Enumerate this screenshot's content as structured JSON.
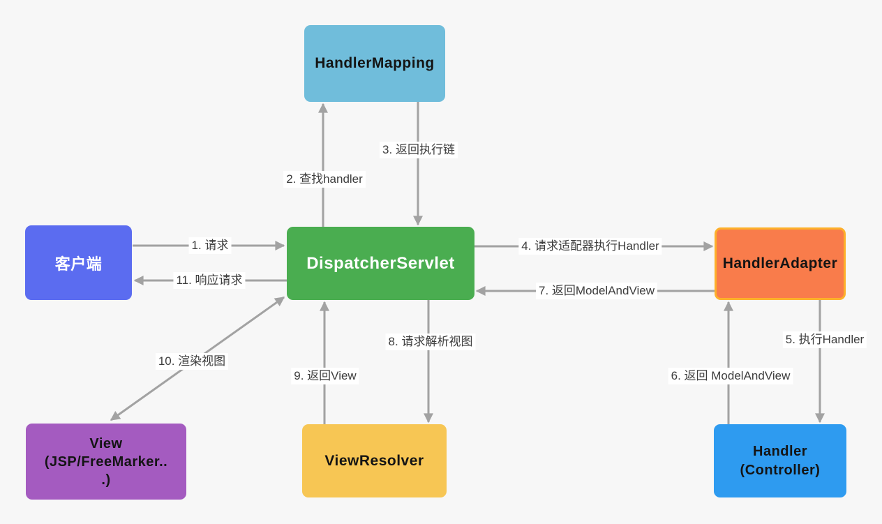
{
  "diagram": {
    "background_color": "#F7F7F7",
    "arrow_color": "#A2A2A2",
    "edge_label_text_color": "#3D3D3D",
    "nodes": {
      "handler_mapping": {
        "label": "HandlerMapping",
        "color": "#70BDDB",
        "text_color": "#141414"
      },
      "dispatcher_servlet": {
        "label": "DispatcherServlet",
        "color": "#4AAD50",
        "text_color": "#FFFFFF"
      },
      "client": {
        "label": "客户端",
        "color": "#5B6CF0",
        "text_color": "#FFFFFF"
      },
      "handler_adapter": {
        "label": "HandlerAdapter",
        "color": "#F97C4B",
        "border_color": "#FDB02B",
        "text_color": "#141414"
      },
      "view": {
        "lines": [
          "View",
          "(JSP/FreeMarker..",
          ".)"
        ],
        "color": "#A45BC0",
        "text_color": "#141414"
      },
      "view_resolver": {
        "label": "ViewResolver",
        "color": "#F7C654",
        "text_color": "#141414"
      },
      "handler_controller": {
        "lines": [
          "Handler",
          "(Controller)"
        ],
        "color": "#2E9BF0",
        "text_color": "#141414"
      }
    },
    "edges": [
      {
        "step": "1",
        "label": "1. 请求",
        "from": "client",
        "to": "dispatcher_servlet",
        "bidirectional": false
      },
      {
        "step": "2",
        "label": "2. 查找handler",
        "from": "dispatcher_servlet",
        "to": "handler_mapping",
        "bidirectional": false
      },
      {
        "step": "3",
        "label": "3. 返回执行链",
        "from": "handler_mapping",
        "to": "dispatcher_servlet",
        "bidirectional": false
      },
      {
        "step": "4",
        "label": "4. 请求适配器执行Handler",
        "from": "dispatcher_servlet",
        "to": "handler_adapter",
        "bidirectional": false
      },
      {
        "step": "5",
        "label": "5. 执行Handler",
        "from": "handler_adapter",
        "to": "handler_controller",
        "bidirectional": false
      },
      {
        "step": "6",
        "label": "6. 返回 ModelAndView",
        "from": "handler_controller",
        "to": "handler_adapter",
        "bidirectional": false
      },
      {
        "step": "7",
        "label": "7. 返回ModelAndView",
        "from": "handler_adapter",
        "to": "dispatcher_servlet",
        "bidirectional": false
      },
      {
        "step": "8",
        "label": "8. 请求解析视图",
        "from": "dispatcher_servlet",
        "to": "view_resolver",
        "bidirectional": false
      },
      {
        "step": "9",
        "label": "9. 返回View",
        "from": "view_resolver",
        "to": "dispatcher_servlet",
        "bidirectional": false
      },
      {
        "step": "10",
        "label": "10. 渲染视图",
        "from": "dispatcher_servlet",
        "to": "view",
        "bidirectional": true
      },
      {
        "step": "11",
        "label": "11. 响应请求",
        "from": "dispatcher_servlet",
        "to": "client",
        "bidirectional": false
      }
    ]
  }
}
